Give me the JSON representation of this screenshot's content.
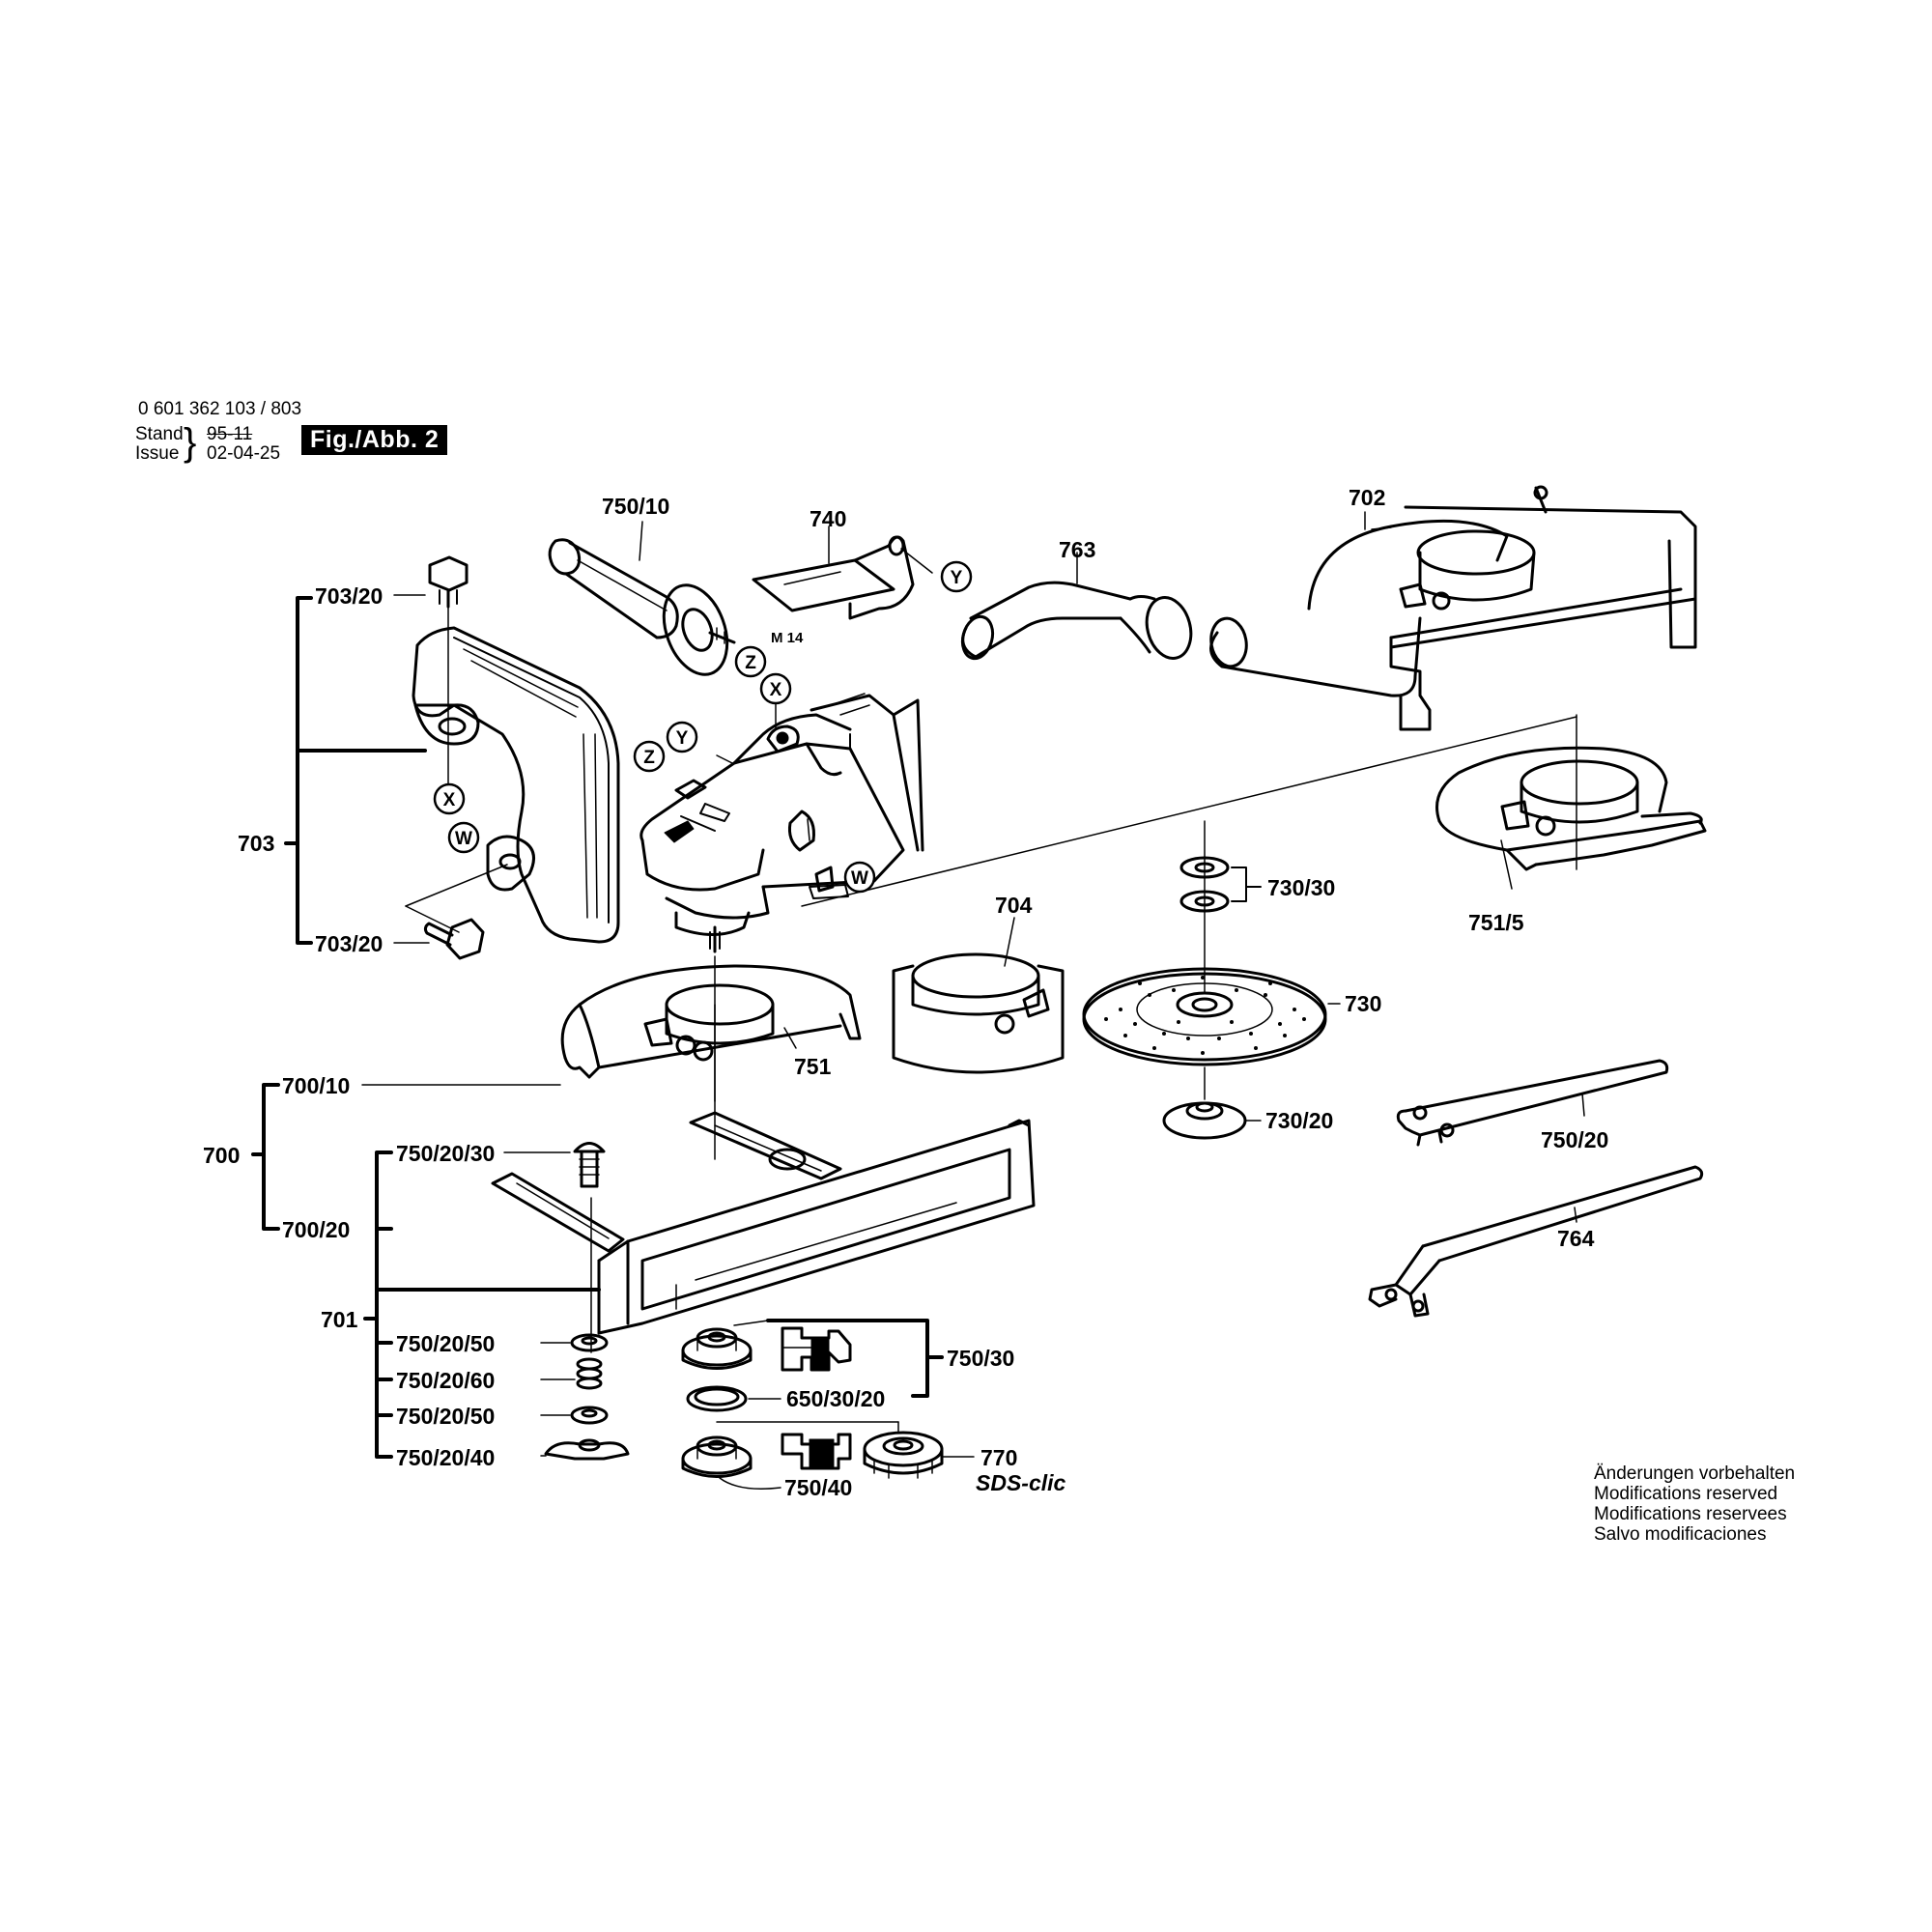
{
  "header": {
    "part_number": "0 601 362 103 / 803",
    "stand_label": "Stand",
    "stand_value": "95-11",
    "issue_label": "Issue",
    "issue_value": "02-04-25",
    "figure": "Fig./Abb. 2"
  },
  "notes": [
    "Änderungen vorbehalten",
    "Modifications reserved",
    "Modifications reservees",
    "Salvo modificaciones"
  ],
  "labels": {
    "l703_20a": "703/20",
    "l703": "703",
    "l703_20b": "703/20",
    "l750_10": "750/10",
    "m14": "M 14",
    "l740": "740",
    "l763": "763",
    "l702": "702",
    "l730_30": "730/30",
    "l751_5": "751/5",
    "l704": "704",
    "l730": "730",
    "l751": "751",
    "l700_10": "700/10",
    "l700": "700",
    "l700_20": "700/20",
    "l730_20": "730/20",
    "l750_20": "750/20",
    "l764": "764",
    "l750_20_30": "750/20/30",
    "l701": "701",
    "l750_20_50a": "750/20/50",
    "l750_20_60": "750/20/60",
    "l750_20_50b": "750/20/50",
    "l750_20_40": "750/20/40",
    "l750_30": "750/30",
    "l650_30_20": "650/30/20",
    "l770": "770",
    "l750_40": "750/40",
    "sds": "SDS-clic"
  },
  "markers": {
    "x1": "X",
    "w1": "W",
    "z1": "Z",
    "y1": "Y",
    "x2": "X",
    "z2": "Z",
    "y2": "Y",
    "w2": "W"
  }
}
